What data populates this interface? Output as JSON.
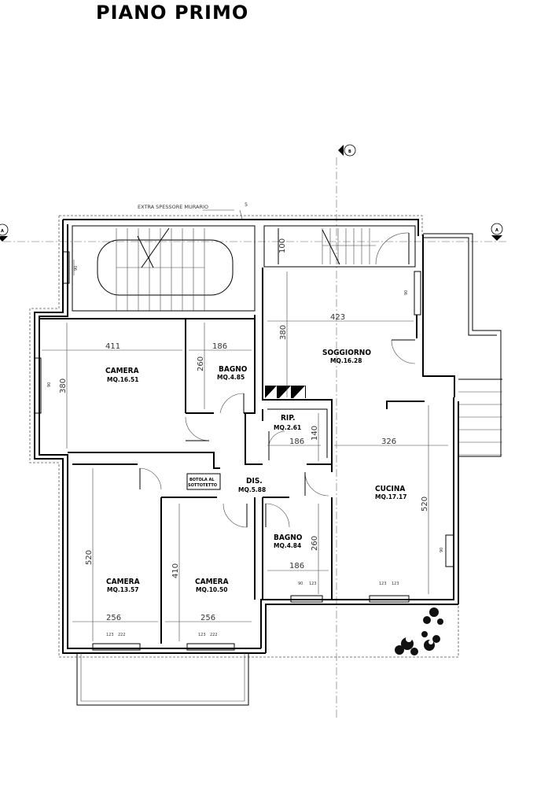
{
  "title": "PIANO PRIMO",
  "note": "EXTRA SPESSORE MURARIO",
  "note_value": "5",
  "section_markers": {
    "a_left": "A",
    "a_right": "A",
    "b_top": "B"
  },
  "rooms": {
    "camera1": {
      "name": "CAMERA",
      "area": "MQ.16.51"
    },
    "bagno1": {
      "name": "BAGNO",
      "area": "MQ.4.85"
    },
    "soggiorno": {
      "name": "SOGGIORNO",
      "area": "MQ.16.28"
    },
    "rip": {
      "name": "RIP.",
      "area": "MQ.2.61"
    },
    "dis": {
      "name": "DIS.",
      "area": "MQ.5.88"
    },
    "cucina": {
      "name": "CUCINA",
      "area": "MQ.17.17"
    },
    "bagno2": {
      "name": "BAGNO",
      "area": "MQ.4.84"
    },
    "camera2": {
      "name": "CAMERA",
      "area": "MQ.13.57"
    },
    "camera3": {
      "name": "CAMERA",
      "area": "MQ.10.50"
    }
  },
  "botola": {
    "line1": "BOTOLA AL",
    "line2": "SOTTOTETTO"
  },
  "dims": {
    "d411": "411",
    "d186a": "186",
    "d260a": "260",
    "d380a": "380",
    "d100": "100",
    "d423": "423",
    "d380b": "380",
    "d186b": "186",
    "d140": "140",
    "d326": "326",
    "d520a": "520",
    "d260b": "260",
    "d186c": "186",
    "d520b": "520",
    "d410": "410",
    "d256a": "256",
    "d256b": "256"
  },
  "windows": {
    "w1": "90",
    "w2": "90",
    "w3": "90",
    "w4": "90",
    "w5a": "123",
    "w5b": "222",
    "w6a": "123",
    "w6b": "222",
    "w7a": "90",
    "w7b": "123",
    "w8a": "123",
    "w8b": "123"
  }
}
